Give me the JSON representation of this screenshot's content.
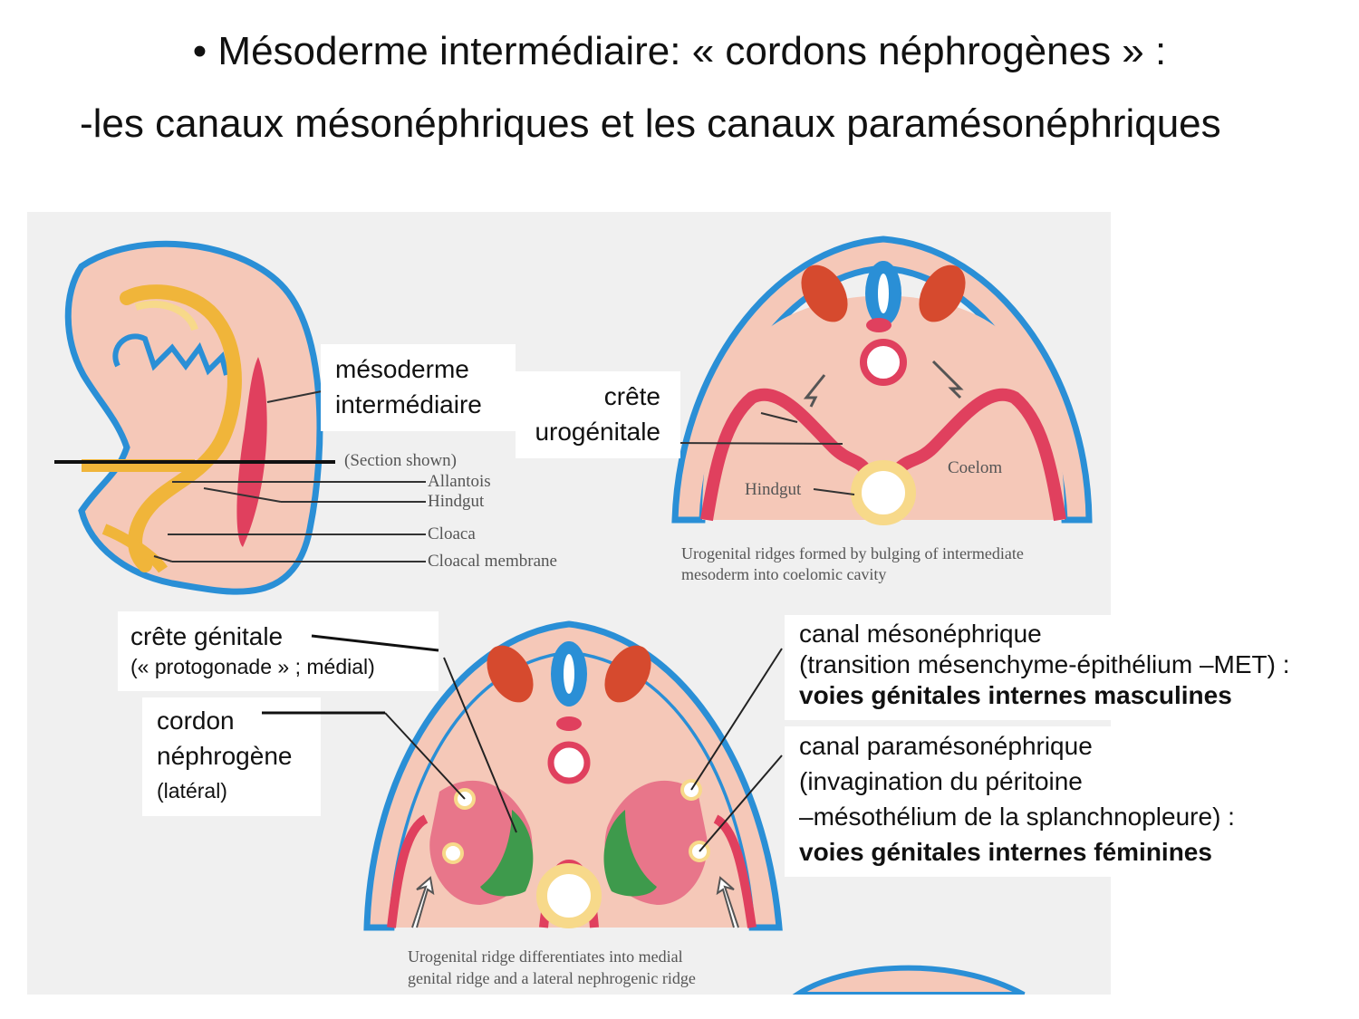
{
  "slide": {
    "title_line1": "• Mésoderme intermédiaire: « cordons néphrogènes » :",
    "title_line2": "-les canaux mésonéphriques et les canaux paramésonéphriques"
  },
  "labels": {
    "mesoderme_1": "mésoderme",
    "mesoderme_2": "intermédiaire",
    "crete_uro_1": "crête",
    "crete_uro_2": "urogénitale",
    "crete_genitale_1": "crête génitale",
    "crete_genitale_2": "(« protogonade » ; médial)",
    "cordon_1": "cordon",
    "cordon_2": "néphrogène",
    "cordon_3": "(latéral)",
    "meso_canal_1": "canal mésonéphrique",
    "meso_canal_2": "(transition mésenchyme-épithélium –MET) :",
    "meso_canal_3": "voies génitales internes masculines",
    "parameso_1": "canal paramésonéphrique",
    "parameso_2": "(invagination du péritoine",
    "parameso_3": "–mésothélium de la splanchnopleure) :",
    "parameso_4": "voies génitales internes féminines"
  },
  "figure_labels": {
    "section_shown": "(Section shown)",
    "allantois": "Allantois",
    "hindgut": "Hindgut",
    "cloaca": "Cloaca",
    "cloacal_membrane": "Cloacal membrane",
    "hindgut_2": "Hindgut",
    "coelom": "Coelom",
    "caption_top_1": "Urogenital ridges formed by bulging of intermediate",
    "caption_top_2": "mesoderm into coelomic cavity",
    "caption_bottom_1": "Urogenital ridge differentiates into medial",
    "caption_bottom_2": "genital ridge and a lateral nephrogenic ridge"
  },
  "colors": {
    "ectoderm_blue": "#2a8fd6",
    "embryo_pink": "#f5c8b8",
    "mesoderm_red": "#e0405e",
    "somite_red": "#d64a2e",
    "gut_yellow": "#f7d98a",
    "gonad_green": "#3e9a4c",
    "ridge_pink": "#e8768a",
    "figure_bg": "#f0f0f0"
  }
}
